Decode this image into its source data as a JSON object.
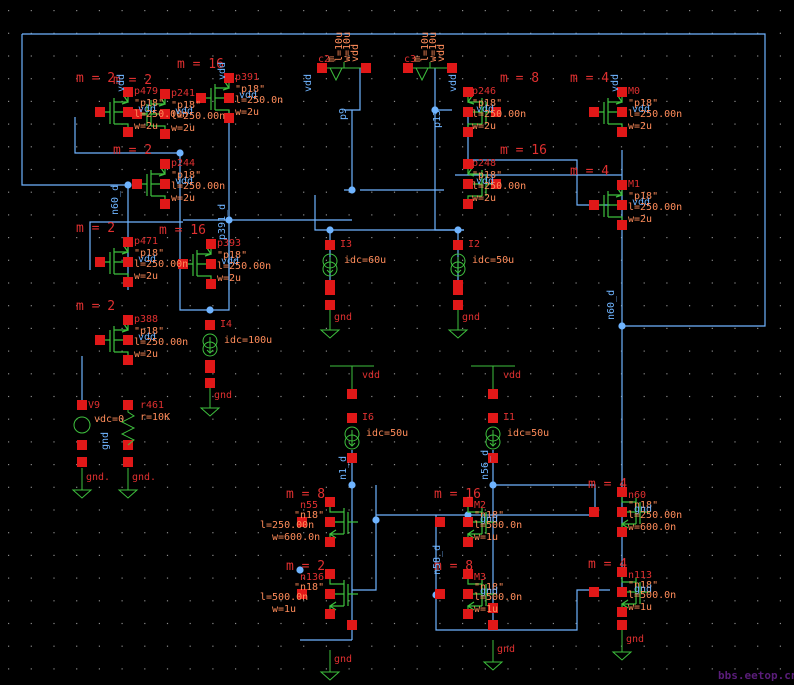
{
  "title": "Cadence Virtuoso schematic - bandgap/bias circuit",
  "colors": {
    "background": "#000000",
    "grid_dot": "#8a8a8a",
    "wire": "#6fb4ff",
    "device": "#3ec03e",
    "pin": "#e01818",
    "instance_label": "#e03030",
    "param_label": "#ff8c5a",
    "net_label": "#6fb4ff",
    "watermark": "#5a1d7a"
  },
  "pmos_devices": [
    {
      "id": "p479",
      "m": "m = 2",
      "model": "\"p18\"",
      "l": "l=250.00n",
      "w": "w=2u",
      "bulk": "vdd"
    },
    {
      "id": "p391",
      "m": "m = 16",
      "model": "\"p18\"",
      "l": "l=250.0n",
      "w": "w=2u",
      "bulk": "vdd"
    },
    {
      "id": "p241",
      "m": "m = 2",
      "model": "\"p18\"",
      "l": "l=250.00n",
      "w": "w=2u",
      "bulk": "vdd"
    },
    {
      "id": "p246",
      "m": "m = 8",
      "model": "\"p18\"",
      "l": "l=250.00n",
      "w": "w=2u",
      "bulk": "vdd"
    },
    {
      "id": "p244",
      "m": "m = 2",
      "model": "\"p18\"",
      "l": "l=250.00n",
      "w": "w=2u",
      "bulk": "vdd"
    },
    {
      "id": "p248",
      "m": "m = 16",
      "model": "\"p18\"",
      "l": "l=250.00n",
      "w": "w=2u",
      "bulk": "vdd"
    },
    {
      "id": "M0",
      "m": "m = 4",
      "model": "\"p18\"",
      "l": "l=250.00n",
      "w": "w=2u",
      "bulk": "vdd"
    },
    {
      "id": "M1",
      "m": "m = 4",
      "model": "\"p18\"",
      "l": "l=250.00n",
      "w": "w=2u",
      "bulk": "vdd"
    },
    {
      "id": "p471",
      "m": "m = 2",
      "model": "\"p18\"",
      "l": "l=250.00n",
      "w": "w=2u",
      "bulk": "vdd"
    },
    {
      "id": "p393",
      "m": "m = 16",
      "model": "\"p18\"",
      "l": "l=250.00n",
      "w": "w=2u",
      "bulk": "vdd"
    },
    {
      "id": "p388",
      "m": "m = 2",
      "model": "\"p18\"",
      "l": "l=250.00n",
      "w": "w=2u",
      "bulk": "vdd"
    }
  ],
  "nmos_devices": [
    {
      "id": "n55",
      "m": "m = 8",
      "model": "\"n18\"",
      "l": "l=250.00n",
      "w": "w=600.0n"
    },
    {
      "id": "n136",
      "m": "m = 2",
      "model": "\"n18\"",
      "l": "l=500.0n",
      "w": "w=1u"
    },
    {
      "id": "M2",
      "m": "m = 16",
      "model": "\"n18\"",
      "l": "l=500.0n",
      "w": "w=1u",
      "bulk": "gnd"
    },
    {
      "id": "M3",
      "m": "m = 8",
      "model": "\"n18\"",
      "l": "l=500.0n",
      "w": "w=1u",
      "bulk": "gnd"
    },
    {
      "id": "n60",
      "m": "m = 4",
      "model": "\"n18\"",
      "l": "l=250.00n",
      "w": "w=600.0n",
      "bulk": "gnd"
    },
    {
      "id": "n113",
      "m": "m = 4",
      "model": "\"n18\"",
      "l": "l=500.0n",
      "w": "w=1u",
      "bulk": "gnd"
    }
  ],
  "current_sources": [
    {
      "id": "I3",
      "value": "idc=60u"
    },
    {
      "id": "I2",
      "value": "idc=50u"
    },
    {
      "id": "I4",
      "value": "idc=100u"
    },
    {
      "id": "I6",
      "value": "idc=50u"
    },
    {
      "id": "I1",
      "value": "idc=50u"
    }
  ],
  "voltage_sources": [
    {
      "id": "V9",
      "value": "vdc=0"
    }
  ],
  "resistors": [
    {
      "id": "r461",
      "value": "r=10K"
    }
  ],
  "top_caps": [
    {
      "id": "c2",
      "params": [
        "m",
        "l=10u",
        "w=10u",
        "vdd"
      ]
    },
    {
      "id": "c3",
      "params": [
        "m",
        "l=10u",
        "w=10u",
        "vdd"
      ]
    }
  ],
  "net_labels": {
    "vdd": "vdd",
    "gnd": "gnd",
    "gnd_dot": "gnd.",
    "n60_d": "n60_d",
    "p391_d": "p391_d",
    "p13": "p13",
    "p9": "p9",
    "n1_d": "n1_d",
    "n56_d": "n56_d",
    "n58_d": "n58_d",
    "vdd_lbl": "vdd"
  },
  "watermark": "bbs.eetop.cn"
}
